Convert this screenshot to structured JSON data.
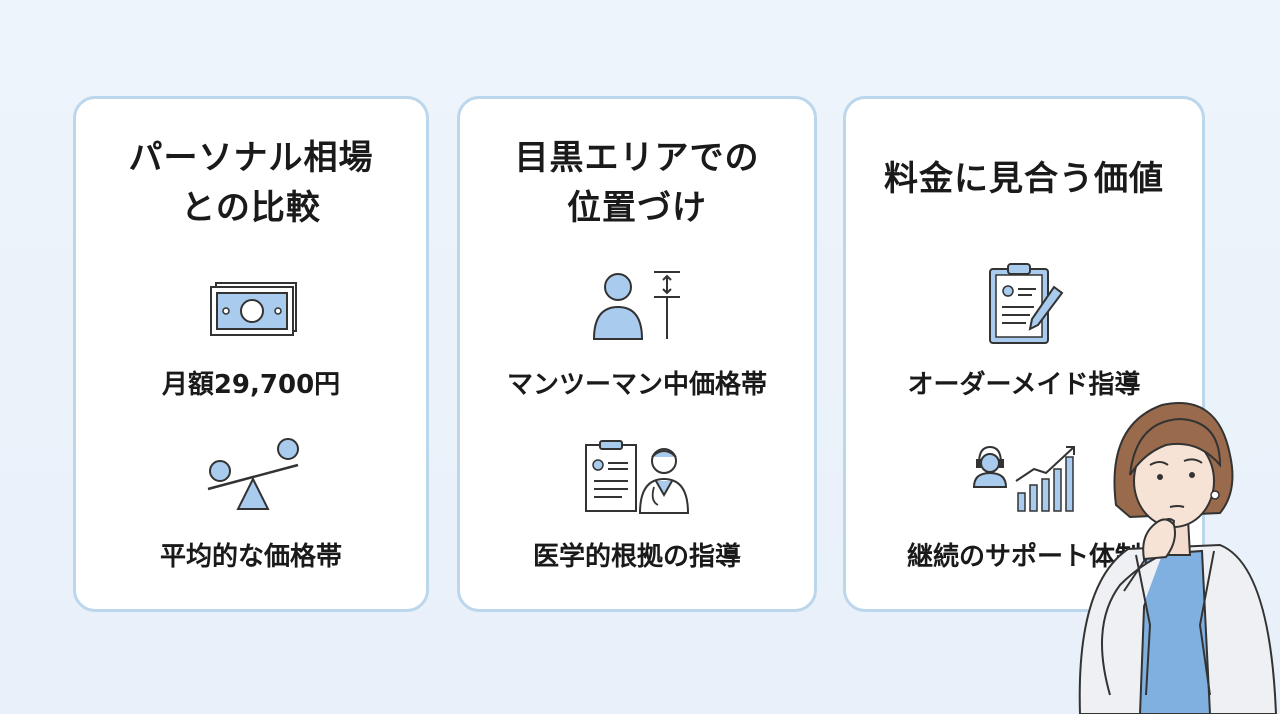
{
  "cards": [
    {
      "title": "パーソナル相場\nとの比較",
      "items": [
        {
          "icon": "money-bill-icon",
          "label": "月額29,700円"
        },
        {
          "icon": "balance-seesaw-icon",
          "label": "平均的な価格帯"
        }
      ]
    },
    {
      "title": "目黒エリアでの\n位置づけ",
      "items": [
        {
          "icon": "person-height-icon",
          "label": "マンツーマン中価格帯"
        },
        {
          "icon": "doctor-clipboard-icon",
          "label": "医学的根拠の指導"
        }
      ]
    },
    {
      "title": "料金に見合う価値",
      "items": [
        {
          "icon": "clipboard-pen-icon",
          "label": "オーダーメイド指導"
        },
        {
          "icon": "support-growth-chart-icon",
          "label": "継続のサポート体制"
        }
      ]
    }
  ],
  "colors": {
    "card_border": "#bcd6ec",
    "accent_blue": "#a9cbee",
    "line": "#333333"
  }
}
